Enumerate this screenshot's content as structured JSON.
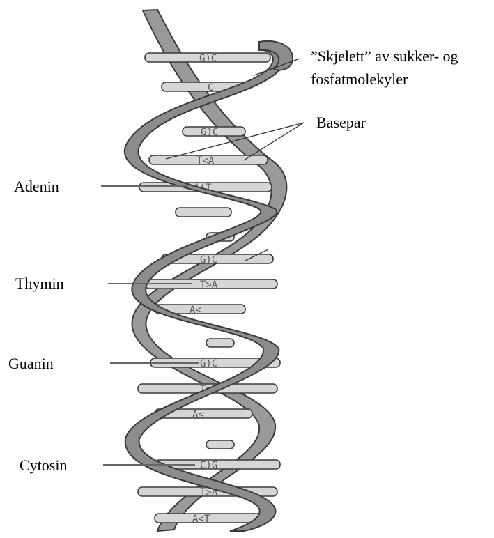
{
  "labels": {
    "backbone_line1": "”Skjelett” av sukker- og",
    "backbone_line2": "fosfatmolekyler",
    "basepair": "Basepar",
    "adenine": "Adenin",
    "thymine": "Thymin",
    "guanine": "Guanin",
    "cytosine": "Cytosin"
  },
  "base_pairs": [
    "G)C",
    "C",
    "G)C",
    "T<A",
    "A(T",
    "",
    "G)C",
    "T>A",
    "A<",
    "G)C",
    "T>A",
    "A<",
    "C)G",
    "T>A",
    "A<T"
  ],
  "colors": {
    "strand": "#8c8c8c",
    "strand_back": "#9a9a9a",
    "rung": "#d6d6d6",
    "outline": "#3a3a3a"
  }
}
